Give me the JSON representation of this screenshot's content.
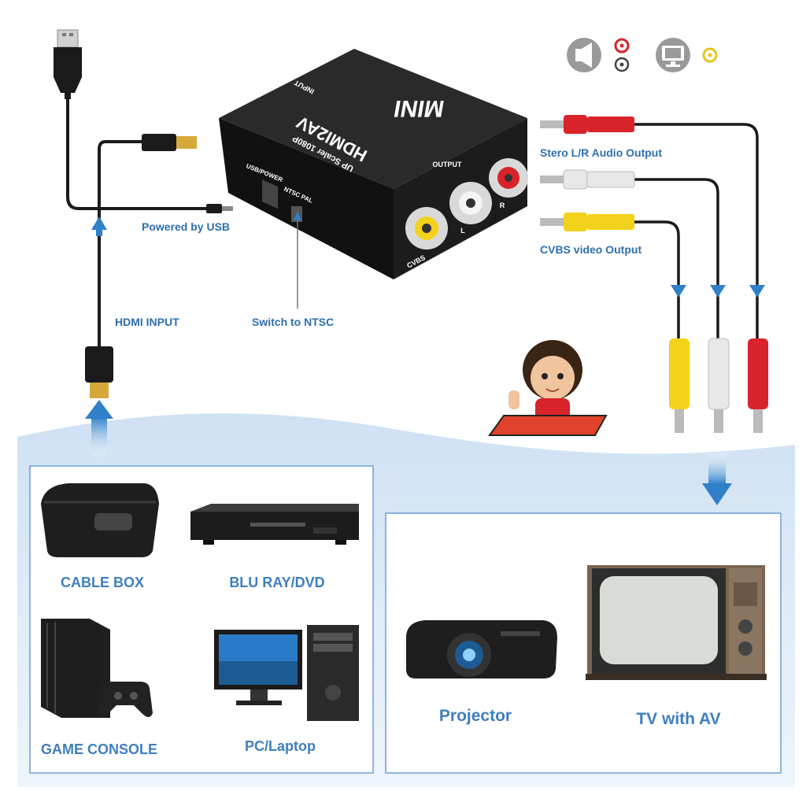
{
  "adapter": {
    "brand": "MINI",
    "model": "HDMI2AV",
    "subtitle": "UP Scaler 1080P",
    "input_label": "INPUT",
    "output_label": "OUTPUT",
    "usb_label": "USB/POWER",
    "switch_label": "NTSC  PAL",
    "port_cvbs": "CVBS",
    "port_l": "L",
    "port_r": "R"
  },
  "callouts": {
    "powered_by_usb": "Powered by USB",
    "hdmi_input": "HDMI INPUT",
    "switch_to_ntsc": "Switch to NTSC",
    "stereo_audio": "Stero L/R Audio Output",
    "cvbs_video": "CVBS video Output"
  },
  "sources": {
    "cable_box": "CABLE BOX",
    "blu_ray": "BLU RAY/DVD",
    "game_console": "GAME CONSOLE",
    "pc_laptop": "PC/Laptop"
  },
  "outputs": {
    "projector": "Projector",
    "tv": "TV with AV"
  },
  "colors": {
    "accent_blue": "#2f80c8",
    "label_blue": "#2f6fad",
    "rca_red": "#d8232a",
    "rca_white": "#e8e8e8",
    "rca_yellow": "#f2d21b",
    "background_band": "#e6f0fa"
  }
}
